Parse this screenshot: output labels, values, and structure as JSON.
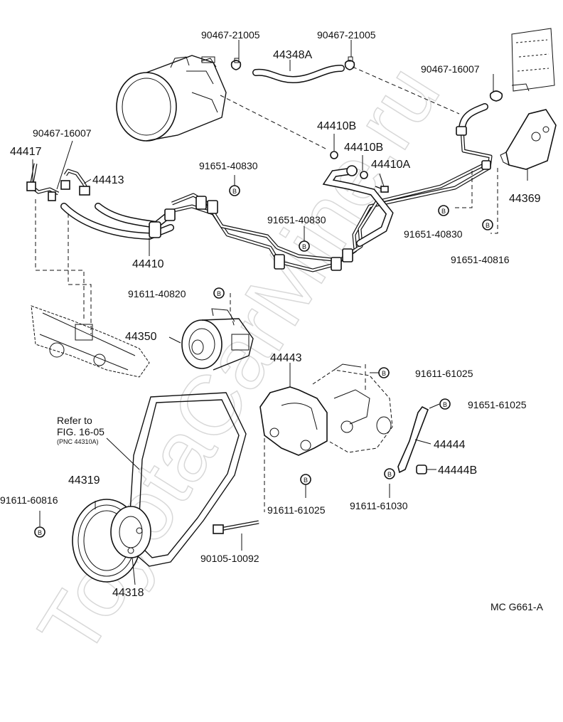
{
  "watermark": "ToyotaCarMine.ru",
  "figure_code": "MC G661-A",
  "refer_note": {
    "line1": "Refer to",
    "line2": "FIG. 16-05",
    "line3": "(PNC 44310A)"
  },
  "bolt_marker": "B",
  "labels": {
    "clamp_left_top": "90467-21005",
    "clamp_right_top": "90467-21005",
    "hose_44348A": "44348A",
    "clamp_right": "90467-16007",
    "clamp_left": "90467-16007",
    "p44417": "44417",
    "p44413": "44413",
    "bolt_a": "91651-40830",
    "p44410B_1": "44410B",
    "p44410B_2": "44410B",
    "p44410A": "44410A",
    "p44369": "44369",
    "bolt_b": "91651-40830",
    "bolt_c": "91651-40830",
    "bolt_d": "91651-40816",
    "p44410": "44410",
    "bolt_e": "91611-40820",
    "p44350": "44350",
    "p44443": "44443",
    "bolt_f": "91611-61025",
    "bolt_g": "91651-61025",
    "p44444": "44444",
    "p44444B": "44444B",
    "bolt_h": "91611-61030",
    "bolt_i": "91611-61025",
    "bolt_j": "90105-10092",
    "p44319": "44319",
    "bolt_k": "91611-60816",
    "p44318": "44318"
  }
}
